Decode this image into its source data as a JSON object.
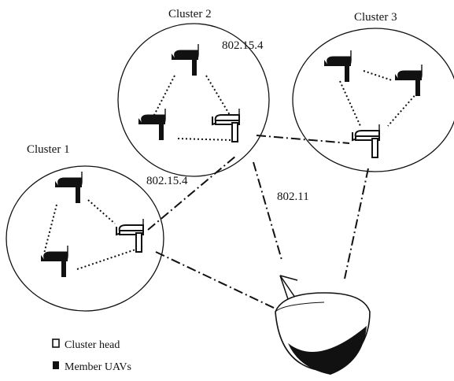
{
  "clusters": [
    {
      "label": "Cluster 1"
    },
    {
      "label": "Cluster 2"
    },
    {
      "label": "Cluster 3"
    }
  ],
  "protocols": {
    "intra_cluster_2": "802.15.4",
    "intra_cluster_1": "802.15.4",
    "uplink": "802.11"
  },
  "legend": {
    "cluster_head": "Cluster head",
    "member": "Member UAVs"
  },
  "node_icons": {
    "cluster_head": "hollow-uav-icon",
    "member": "solid-uav-icon",
    "ground_station": "satellite-dish-icon"
  },
  "colors": {
    "stroke": "#111111",
    "background": "#ffffff"
  }
}
